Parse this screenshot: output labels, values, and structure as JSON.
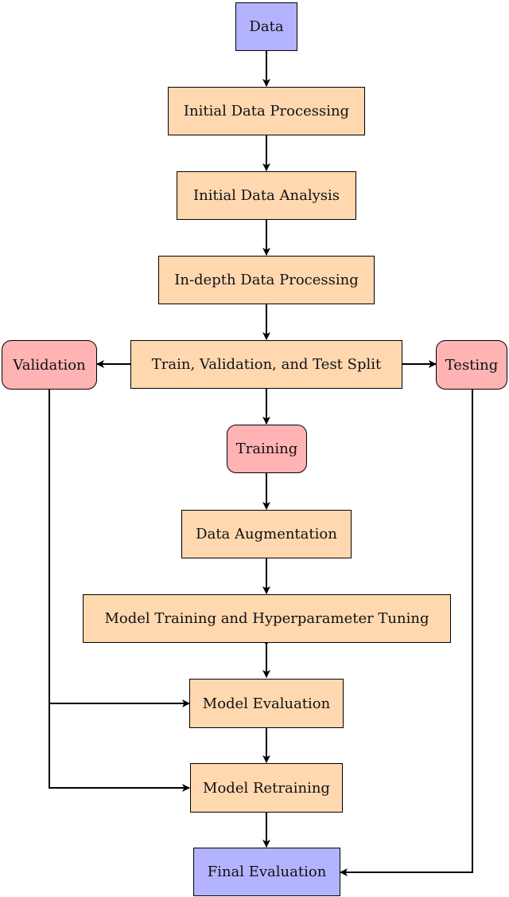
{
  "nodes": {
    "data": "Data",
    "initial_processing": "Initial Data Processing",
    "initial_analysis": "Initial Data Analysis",
    "indepth_processing": "In-depth Data Processing",
    "split": "Train, Validation, and Test Split",
    "validation": "Validation",
    "testing": "Testing",
    "training": "Training",
    "augmentation": "Data Augmentation",
    "model_training": "Model Training and Hyperparameter Tuning",
    "model_evaluation": "Model Evaluation",
    "model_retraining": "Model Retraining",
    "final_evaluation": "Final Evaluation"
  },
  "colors": {
    "process": "#FFD8B0",
    "terminal": "#B3B3FF",
    "split": "#FFB3B3"
  }
}
